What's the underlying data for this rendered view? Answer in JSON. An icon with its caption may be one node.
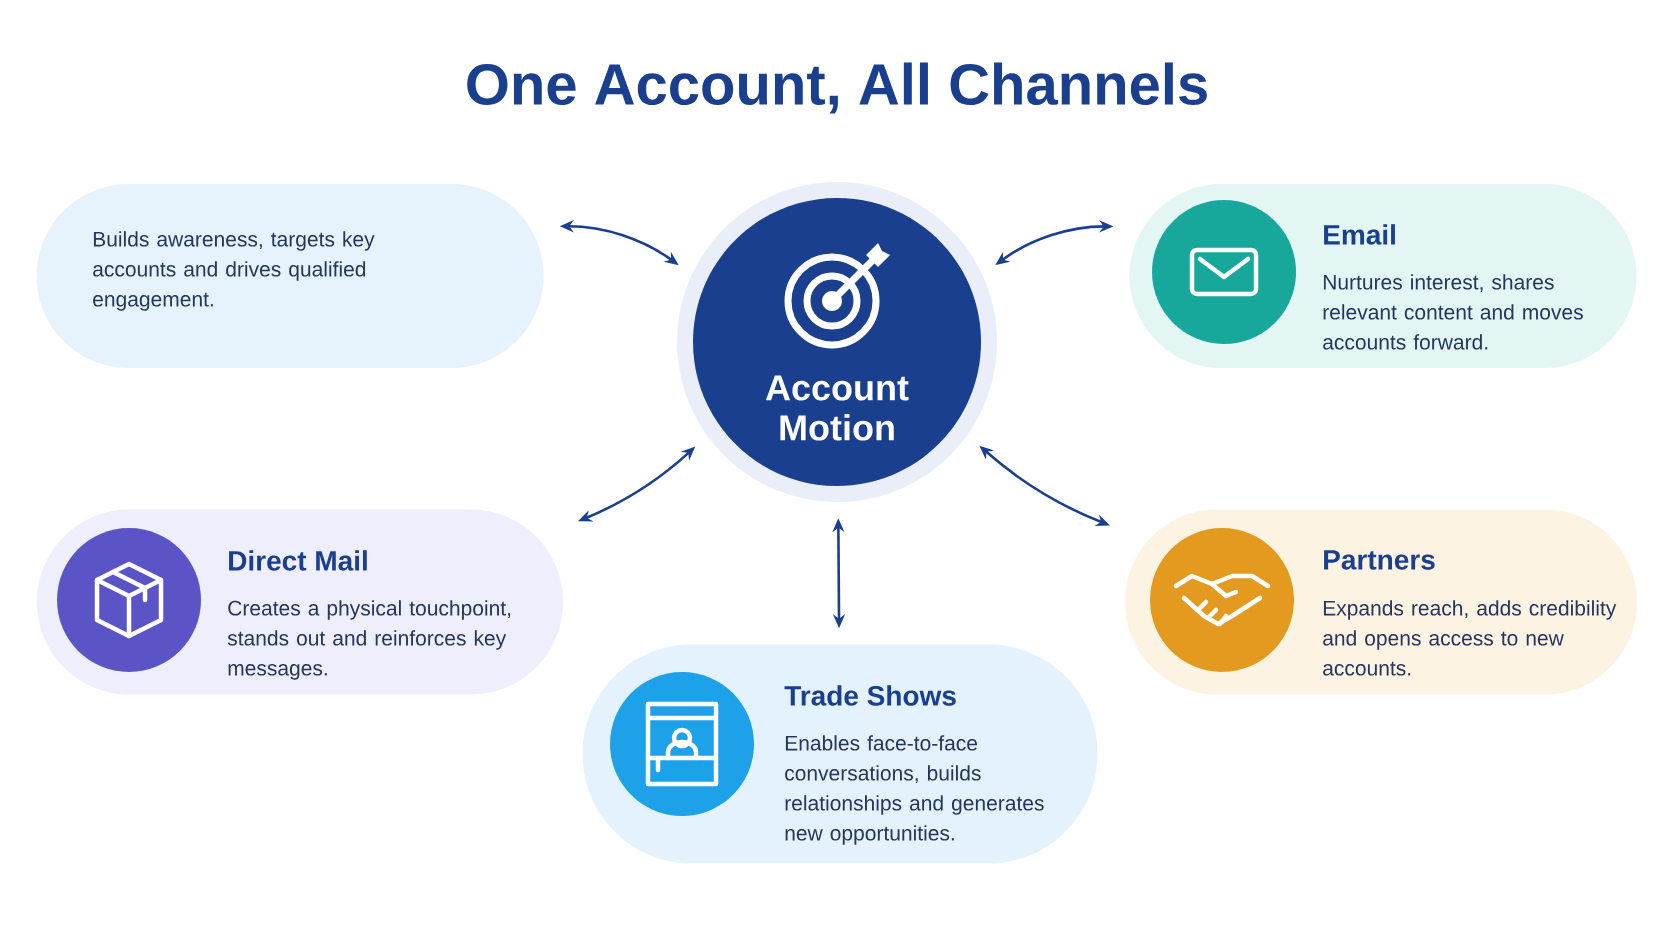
{
  "diagram": {
    "title": "One Account, All Channels",
    "nodes": [
      {
        "text": [
          "Builds awareness, targets key accounts and drives qualified engagement."
        ]
      },
      {
        "text": [
          "Account Motion"
        ]
      },
      {
        "text": [
          "Email",
          "Nurtures interest, shares relevant content and moves accounts forward."
        ]
      },
      {
        "text": [
          "Direct Mail",
          "Creates a physical touchpoint, stands out and reinforces key messages."
        ]
      },
      {
        "text": [
          "Partners",
          "Expands reach, adds credibility and opens access to new accounts."
        ]
      },
      {
        "text": [
          "Trade Shows",
          "Enables face-to-face conversations, builds relationships and generates new opportunities."
        ]
      }
    ],
    "edges": [
      {
        "from": 1,
        "to": 0,
        "arrow": "both"
      },
      {
        "from": 1,
        "to": 2,
        "arrow": "both"
      },
      {
        "from": 1,
        "to": 3,
        "arrow": "both"
      },
      {
        "from": 1,
        "to": 4,
        "arrow": "both"
      },
      {
        "from": 1,
        "to": 5,
        "arrow": "both"
      }
    ]
  }
}
